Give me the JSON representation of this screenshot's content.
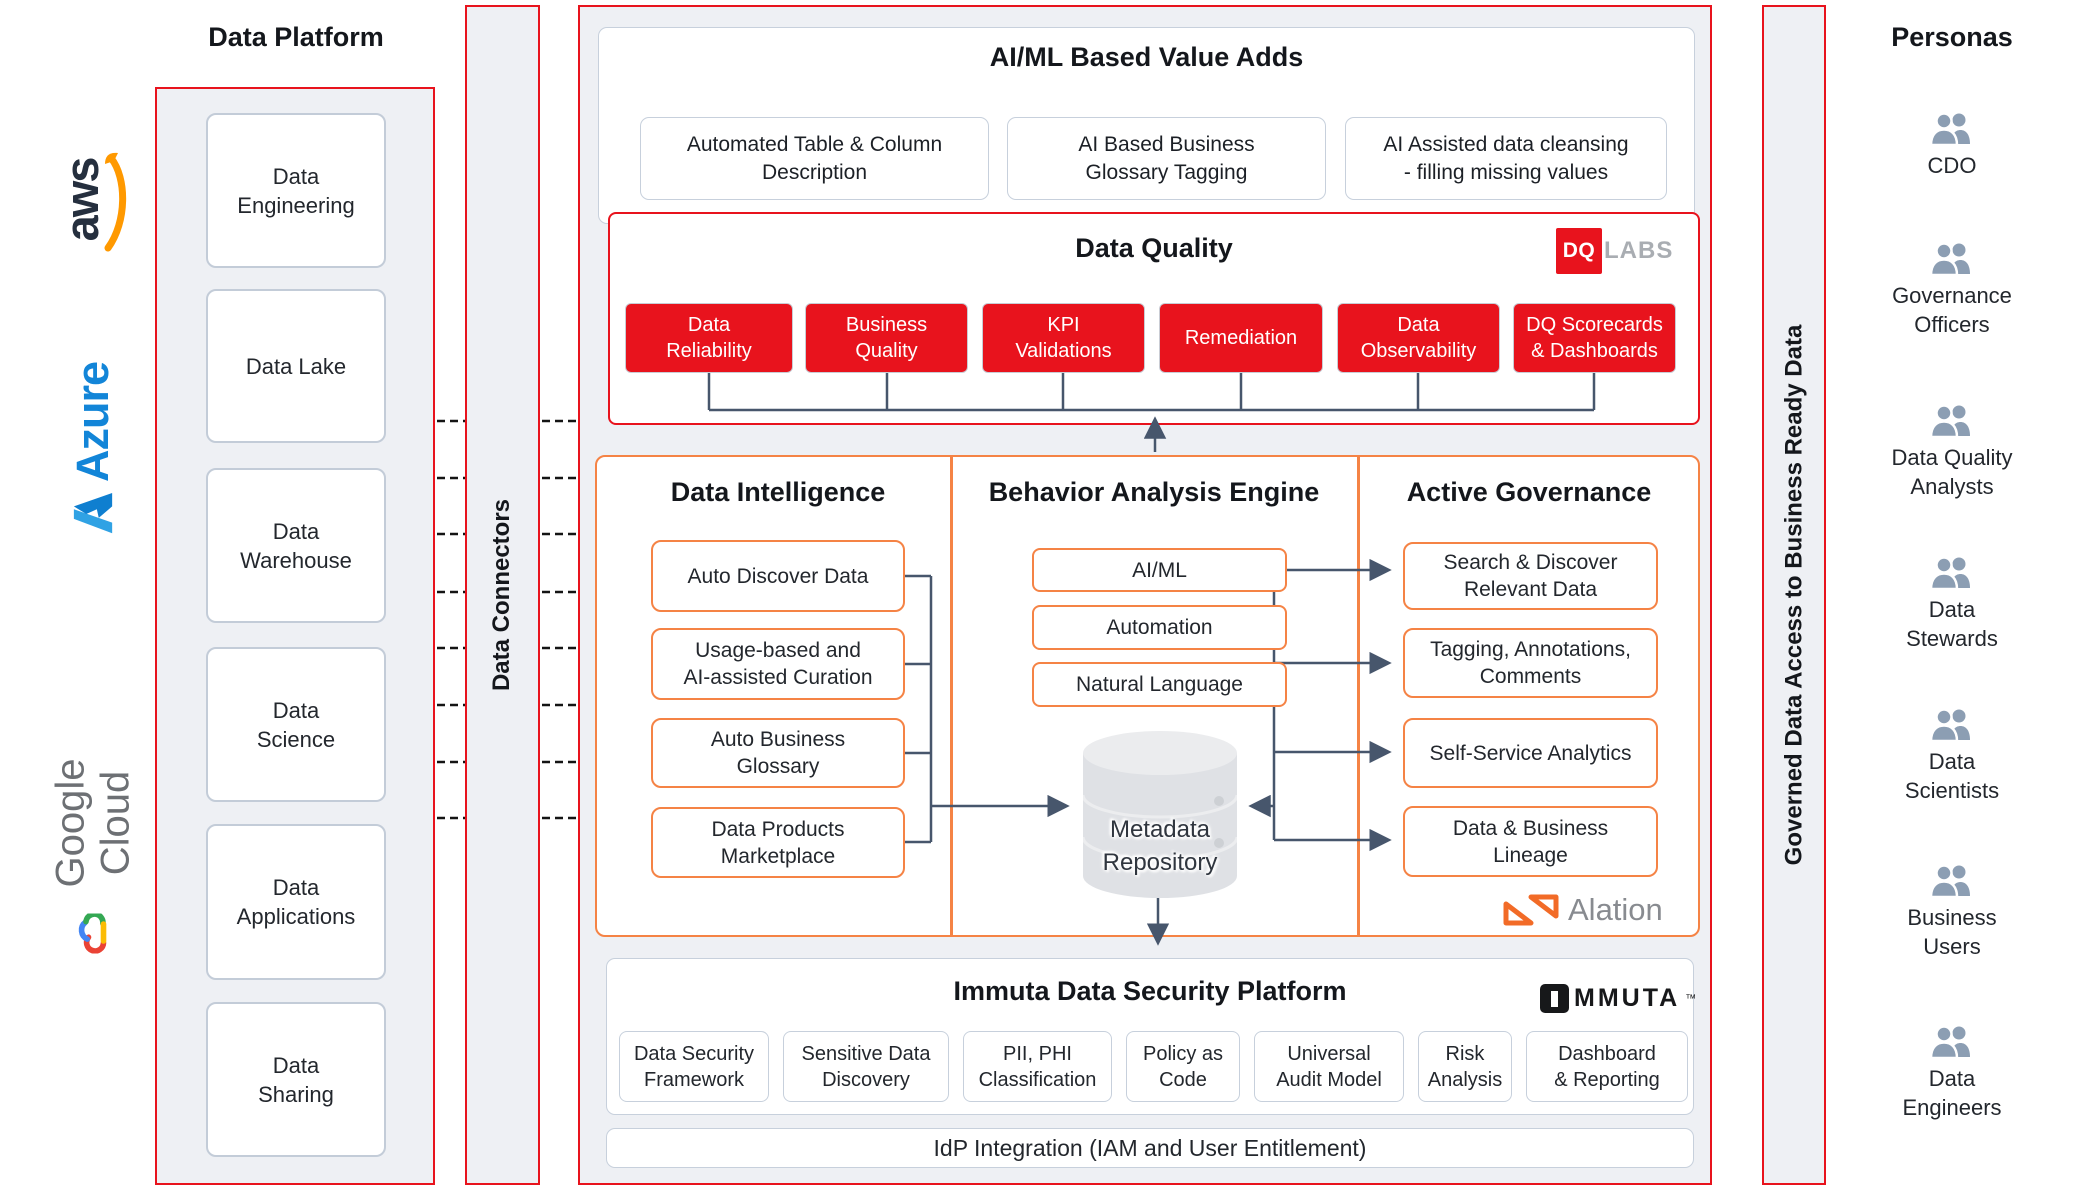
{
  "cloud_logos": {
    "aws": "aws",
    "azure": "Azure",
    "google_cloud": "Google Cloud"
  },
  "data_platform": {
    "title": "Data Platform",
    "boxes": [
      "Data\nEngineering",
      "Data Lake",
      "Data\nWarehouse",
      "Data\nScience",
      "Data\nApplications",
      "Data\nSharing"
    ]
  },
  "data_connectors": {
    "label": "Data Connectors"
  },
  "value_adds": {
    "title": "AI/ML Based Value Adds",
    "boxes": [
      "Automated Table & Column\nDescription",
      "AI Based Business\nGlossary Tagging",
      "AI Assisted data cleansing\n- filling missing values"
    ]
  },
  "data_quality": {
    "title": "Data Quality",
    "logo": {
      "dq": "DQ",
      "labs": "LABS"
    },
    "boxes": [
      "Data\nReliability",
      "Business\nQuality",
      "KPI\nValidations",
      "Remediation",
      "Data\nObservability",
      "DQ Scorecards\n& Dashboards"
    ]
  },
  "engine": {
    "data_intelligence": {
      "title": "Data Intelligence",
      "boxes": [
        "Auto Discover Data",
        "Usage-based and\nAI-assisted Curation",
        "Auto Business\nGlossary",
        "Data Products\nMarketplace"
      ]
    },
    "behavior_analysis": {
      "title": "Behavior Analysis Engine",
      "boxes": [
        "AI/ML",
        "Automation",
        "Natural Language"
      ],
      "repository": "Metadata\nRepository"
    },
    "active_governance": {
      "title": "Active Governance",
      "boxes": [
        "Search & Discover\nRelevant Data",
        "Tagging, Annotations,\nComments",
        "Self-Service Analytics",
        "Data & Business\nLineage"
      ],
      "logo": "Alation"
    }
  },
  "immuta": {
    "title": "Immuta Data Security Platform",
    "logo": "MMUTA",
    "logo_tm": "™",
    "boxes": [
      "Data Security\nFramework",
      "Sensitive Data\nDiscovery",
      "PII, PHI\nClassification",
      "Policy as\nCode",
      "Universal\nAudit Model",
      "Risk\nAnalysis",
      "Dashboard\n& Reporting"
    ],
    "idp": "IdP Integration (IAM and User Entitlement)"
  },
  "governed_bar": {
    "label": "Governed Data Access to Business Ready Data"
  },
  "personas": {
    "title": "Personas",
    "items": [
      "CDO",
      "Governance\nOfficers",
      "Data Quality\nAnalysts",
      "Data\nStewards",
      "Data\nScientists",
      "Business\nUsers",
      "Data\nEngineers"
    ]
  },
  "colors": {
    "red": "#e8131d",
    "orange": "#f58345",
    "slate_line": "#47566c",
    "panel_bg": "#eef0f4",
    "box_border": "#c7d0dc",
    "persona_icon": "#8c9eb3",
    "aws_dark": "#252f3e",
    "aws_orange": "#ff9900",
    "azure_blue": "#1285d8",
    "google_gray": "#6d7074",
    "alation_orange": "#f26b27",
    "dqlabs_red": "#e8131d",
    "labs_gray": "#a9adb2",
    "immuta_black": "#17181a"
  }
}
